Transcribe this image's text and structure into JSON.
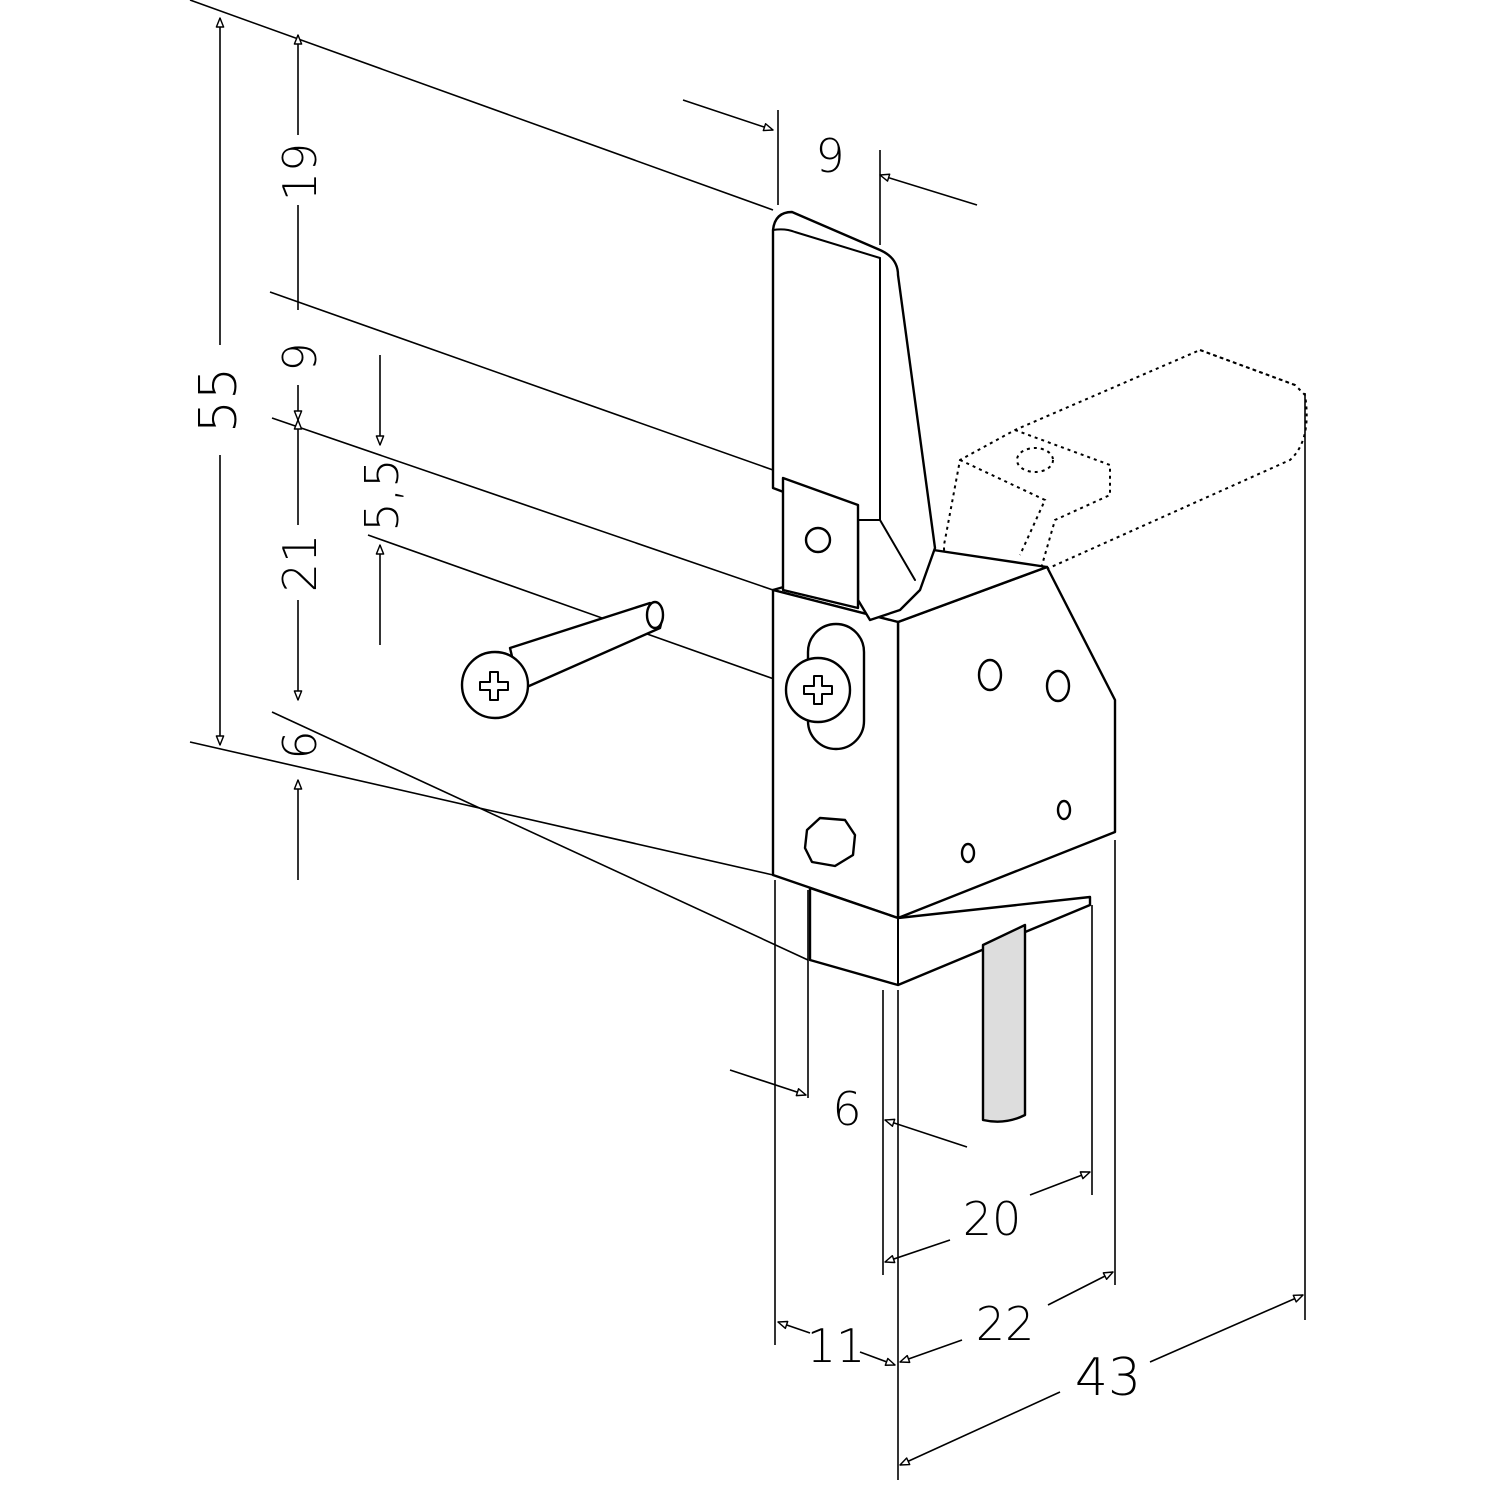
{
  "drawing": {
    "dimensions": {
      "overall_height": "55",
      "top_lever": "19",
      "pivot_offset": "9",
      "hole_offset": "5,5",
      "body_height": "21",
      "bottom": "6",
      "lever_width": "9",
      "plate_thickness": "6",
      "bolt_span": "20",
      "body_depth": "22",
      "plate_width": "11",
      "overall_depth": "43"
    }
  }
}
